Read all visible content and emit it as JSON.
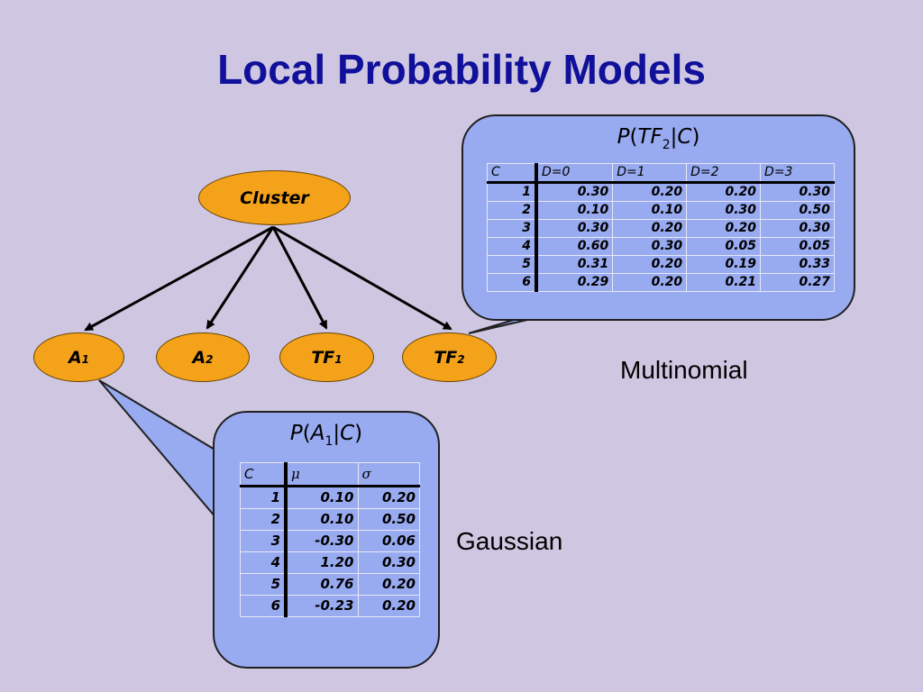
{
  "title": "Local Probability Models",
  "nodes": {
    "cluster": "Cluster",
    "a1": {
      "base": "A",
      "sub": "1"
    },
    "a2": {
      "base": "A",
      "sub": "2"
    },
    "tf1": {
      "base": "TF",
      "sub": "1"
    },
    "tf2": {
      "base": "TF",
      "sub": "2"
    }
  },
  "multinomial": {
    "formula": {
      "p": "P",
      "open": "(",
      "var": "TF",
      "sub": "2",
      "bar": "|",
      "cond": "C",
      "close": ")"
    },
    "headers": [
      "C",
      "D=0",
      "D=1",
      "D=2",
      "D=3"
    ],
    "rows": [
      [
        "1",
        "0.30",
        "0.20",
        "0.20",
        "0.30"
      ],
      [
        "2",
        "0.10",
        "0.10",
        "0.30",
        "0.50"
      ],
      [
        "3",
        "0.30",
        "0.20",
        "0.20",
        "0.30"
      ],
      [
        "4",
        "0.60",
        "0.30",
        "0.05",
        "0.05"
      ],
      [
        "5",
        "0.31",
        "0.20",
        "0.19",
        "0.33"
      ],
      [
        "6",
        "0.29",
        "0.20",
        "0.21",
        "0.27"
      ]
    ],
    "label": "Multinomial"
  },
  "gaussian": {
    "formula": {
      "p": "P",
      "open": "(",
      "var": "A",
      "sub": "1",
      "bar": "|",
      "cond": "C",
      "close": ")"
    },
    "headers": [
      "C",
      "μ",
      "σ"
    ],
    "rows": [
      [
        "1",
        "0.10",
        "0.20"
      ],
      [
        "2",
        "0.10",
        "0.50"
      ],
      [
        "3",
        "-0.30",
        "0.06"
      ],
      [
        "4",
        "1.20",
        "0.30"
      ],
      [
        "5",
        "0.76",
        "0.20"
      ],
      [
        "6",
        "-0.23",
        "0.20"
      ]
    ],
    "label": "Gaussian"
  },
  "colors": {
    "title": "#10109a",
    "background": "#cfc7e1",
    "node_fill": "#f5a21b",
    "callout_fill": "#98aaf0"
  }
}
